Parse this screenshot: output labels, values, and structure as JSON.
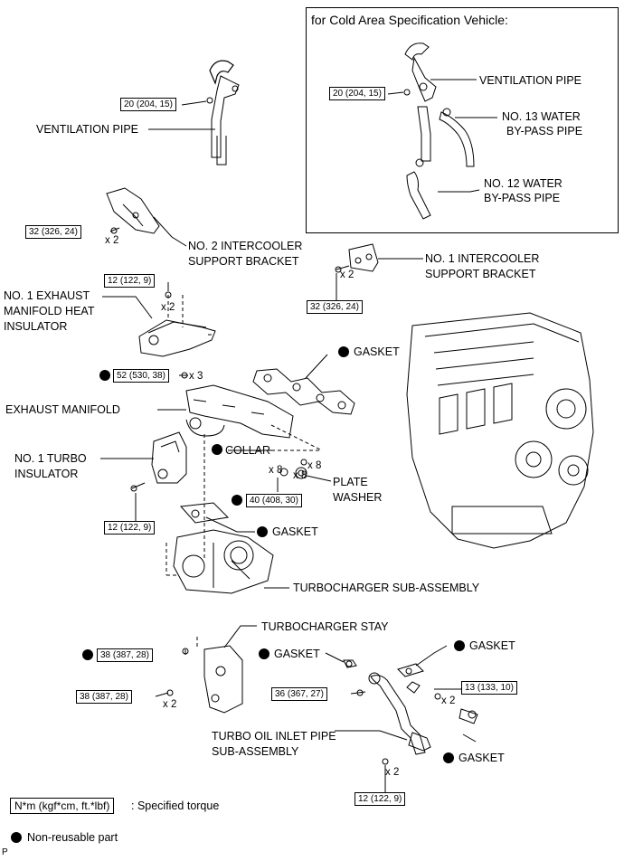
{
  "cold_area": {
    "title": "for Cold Area Specification Vehicle:",
    "vent_pipe": "VENTILATION PIPE",
    "water13_l1": "NO. 13 WATER",
    "water13_l2": "BY-PASS PIPE",
    "water12_l1": "NO. 12 WATER",
    "water12_l2": "BY-PASS PIPE",
    "torque": "20 (204, 15)"
  },
  "labels": {
    "vent_pipe": "VENTILATION PIPE",
    "ic2_l1": "NO. 2 INTERCOOLER",
    "ic2_l2": "SUPPORT BRACKET",
    "ic1_l1": "NO. 1 INTERCOOLER",
    "ic1_l2": "SUPPORT BRACKET",
    "exh_ins_l1": "NO. 1 EXHAUST",
    "exh_ins_l2": "MANIFOLD HEAT",
    "exh_ins_l3": "INSULATOR",
    "gasket_manifold": "GASKET",
    "exhaust_manifold": "EXHAUST MANIFOLD",
    "collar": "COLLAR",
    "plate_l1": "PLATE",
    "plate_l2": "WASHER",
    "turbo_ins_l1": "NO. 1 TURBO",
    "turbo_ins_l2": "INSULATOR",
    "gasket_turbo": "GASKET",
    "turbocharger": "TURBOCHARGER SUB-ASSEMBLY",
    "turbo_stay": "TURBOCHARGER STAY",
    "gasket_oil1": "GASKET",
    "gasket_oil2": "GASKET",
    "gasket_oil3": "GASKET",
    "oil_pipe_l1": "TURBO OIL INLET PIPE",
    "oil_pipe_l2": "SUB-ASSEMBLY"
  },
  "torques": {
    "vent_pipe": "20 (204, 15)",
    "ic2": "32 (326, 24)",
    "exh_ins": "12 (122, 9)",
    "ic1": "32 (326, 24)",
    "manifold": "52 (530, 38)",
    "nut": "40 (408, 30)",
    "turbo_ins": "12 (122, 9)",
    "stay_top": "38 (387, 28)",
    "stay_bottom": "38 (387, 28)",
    "oil_union": "36 (367, 27)",
    "oil_top": "13 (133, 10)",
    "oil_bottom": "12 (122, 9)"
  },
  "quantities": {
    "ic2": "x 2",
    "exh_ins": "x 2",
    "ic1": "x 2",
    "manifold": "x 3",
    "collar": "x 8",
    "nut_left": "x 8",
    "washer": "x 8",
    "stay": "x 2",
    "oil_top": "x 2",
    "oil_bottom": "x 2"
  },
  "legend": {
    "torque_unit": "N*m (kgf*cm, ft.*lbf)",
    "torque_text": ": Specified torque",
    "nonreusable": "Non-reusable part"
  },
  "corner_mark": "P"
}
